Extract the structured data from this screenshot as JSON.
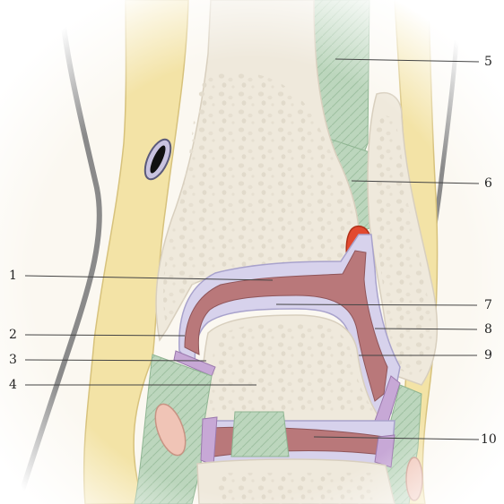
{
  "labels": {
    "n1": "1",
    "n2": "2",
    "n3": "3",
    "n4": "4",
    "n5": "5",
    "n6": "6",
    "n7": "7",
    "n8": "8",
    "n9": "9",
    "n10": "10"
  }
}
